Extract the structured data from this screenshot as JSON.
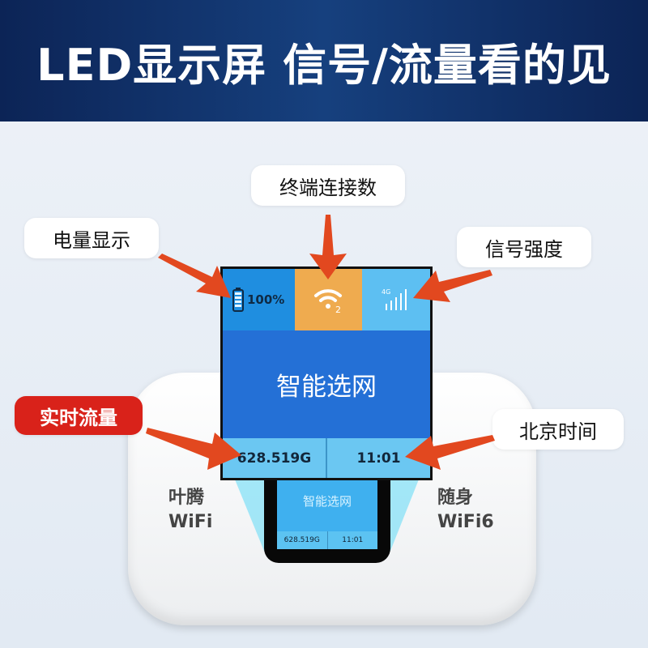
{
  "header": {
    "title": "LED显示屏 信号/流量看的见"
  },
  "labels": {
    "clients": "终端连接数",
    "battery": "电量显示",
    "signal": "信号强度",
    "traffic": "实时流量",
    "time": "北京时间"
  },
  "screen": {
    "battery": "100%",
    "clients_count": "2",
    "network_type": "4G",
    "main_text": "智能选网",
    "traffic": "628.519G",
    "clock": "11:01"
  },
  "device": {
    "left_line1": "叶腾",
    "left_line2": "WiFi",
    "right_line1": "随身",
    "right_line2": "WiFi6"
  },
  "colors": {
    "header": "#0c2456",
    "arrow": "#e2481f",
    "orange": "#efab4f",
    "blue": "#2470d6",
    "red_badge": "#d9221a"
  }
}
